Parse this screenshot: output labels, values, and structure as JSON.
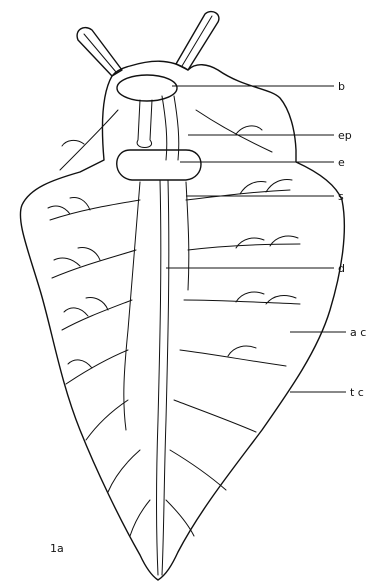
{
  "figure_number": "1a",
  "labels": {
    "b": "b",
    "ep": "ep",
    "e": "e",
    "s": "s",
    "d": "d",
    "ac": "a c",
    "tc": "t c"
  }
}
